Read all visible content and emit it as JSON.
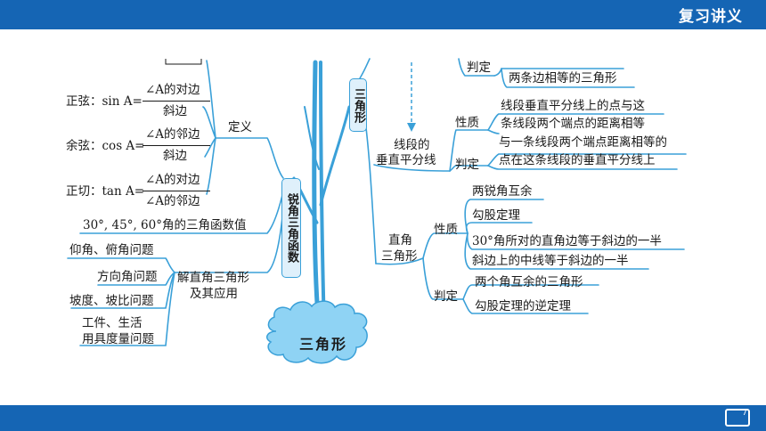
{
  "header": {
    "title": "复习讲义"
  },
  "footer": {
    "page_number": "7"
  },
  "root": {
    "label": "三角形"
  },
  "left_branch": {
    "label": "锐角三角函数",
    "definition": {
      "label": "定义",
      "sine": {
        "name": "正弦：sin A=",
        "numerator": "∠A的对边",
        "denominator": "斜边"
      },
      "cosine": {
        "name": "余弦：cos A=",
        "numerator": "∠A的邻边",
        "denominator": "斜边"
      },
      "tangent": {
        "name": "正切：tan A=",
        "numerator": "∠A的对边",
        "denominator": "∠A的邻边"
      }
    },
    "special_values": "30°, 45°, 60°角的三角函数值",
    "application": {
      "label_line1": "解直角三角形",
      "label_line2": "及其应用",
      "items": [
        "仰角、俯角问题",
        "方向角问题",
        "坡度、坡比问题"
      ],
      "item4_line1": "工件、生活",
      "item4_line2": "用具度量问题"
    }
  },
  "right_branch": {
    "label": "三角形",
    "top_partial": {
      "label": "判定",
      "item": "两条边相等的三角形"
    },
    "perpendicular_bisector": {
      "label_line1": "线段的",
      "label_line2": "垂直平分线",
      "property": {
        "label": "性质",
        "line1": "线段垂直平分线上的点与这",
        "line2": "条线段两个端点的距离相等"
      },
      "criterion": {
        "label": "判定",
        "line1": "与一条线段两个端点距离相等的",
        "line2": "点在这条线段的垂直平分线上"
      }
    },
    "right_triangle": {
      "label_line1": "直角",
      "label_line2": "三角形",
      "property": {
        "label": "性质",
        "items": [
          "两锐角互余",
          "勾股定理",
          "30°角所对的直角边等于斜边的一半",
          "斜边上的中线等于斜边的一半"
        ]
      },
      "criterion": {
        "label": "判定",
        "items": [
          "两个角互余的三角形",
          "勾股定理的逆定理"
        ]
      }
    }
  },
  "colors": {
    "bar": "#1565b4",
    "branch": "#3aa0d8",
    "node_fill": "#dff0fb",
    "cloud_fill": "#8fd3f4"
  }
}
